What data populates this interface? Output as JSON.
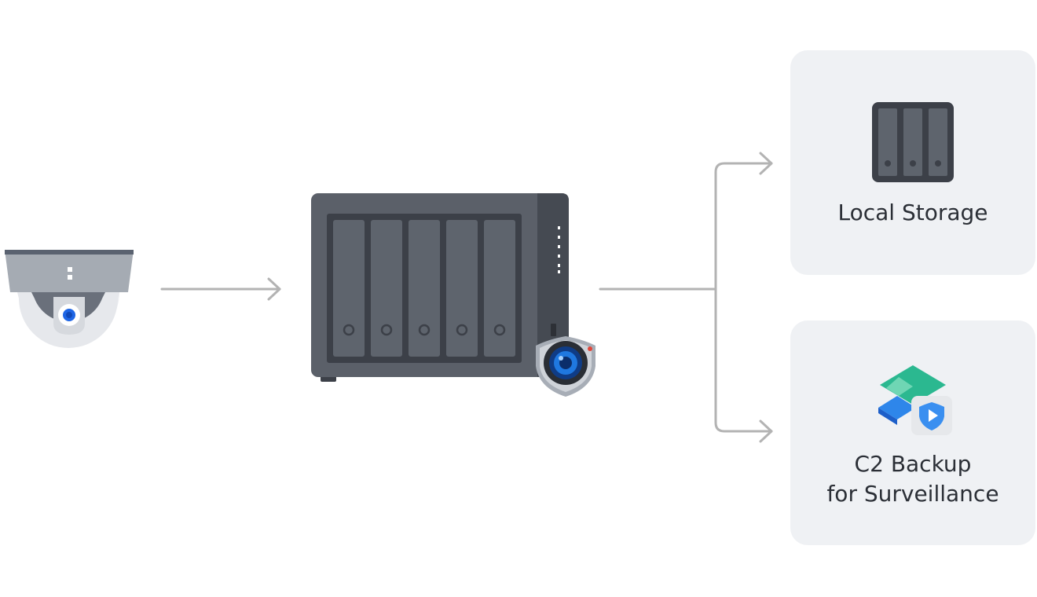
{
  "destinations": {
    "local": {
      "label": "Local Storage"
    },
    "c2": {
      "label_line1": "C2 Backup",
      "label_line2": "for Surveillance"
    }
  },
  "colors": {
    "card_bg": "#eff1f4",
    "connector": "#b3b3b3",
    "nas_body": "#5b6069",
    "nas_bay": "#3c4048",
    "label_text": "#2b2f36"
  },
  "icons": {
    "camera": "dome-camera-icon",
    "nas": "nas-server-icon",
    "badge": "surveillance-station-icon",
    "local": "local-storage-icon",
    "c2": "c2-surveillance-icon"
  }
}
